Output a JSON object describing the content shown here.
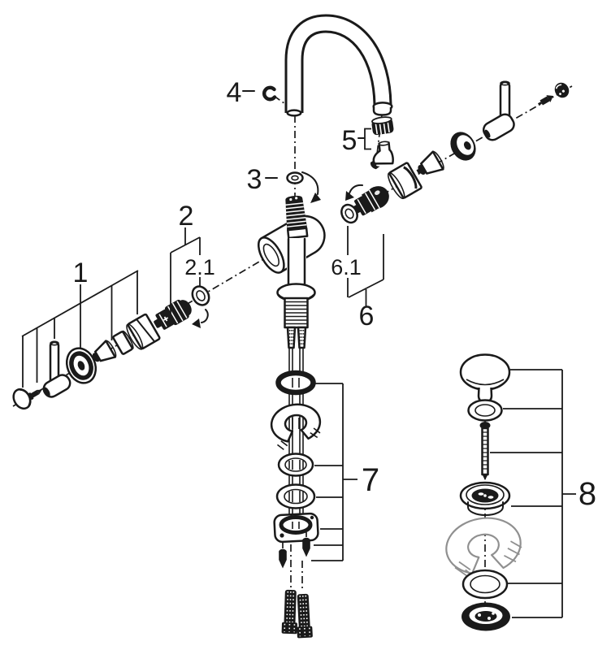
{
  "figure": {
    "kind": "exploded-parts-diagram",
    "colors": {
      "line": "#1a1a1a",
      "muted_gray": "#909090",
      "background": "#ffffff"
    }
  },
  "callouts": [
    {
      "id": "1",
      "text": "1",
      "part_hint": "handle-lever-assembly"
    },
    {
      "id": "2",
      "text": "2",
      "part_hint": "cartridge-left"
    },
    {
      "id": "2.1",
      "text": "2.1",
      "part_hint": "o-ring-left"
    },
    {
      "id": "3",
      "text": "3",
      "part_hint": "spout-o-ring"
    },
    {
      "id": "4",
      "text": "4",
      "part_hint": "retaining-clip"
    },
    {
      "id": "5",
      "text": "5",
      "part_hint": "mousseur-aerator"
    },
    {
      "id": "6",
      "text": "6",
      "part_hint": "cartridge-right-assembly"
    },
    {
      "id": "6.1",
      "text": "6.1",
      "part_hint": "o-ring-right"
    },
    {
      "id": "7",
      "text": "7",
      "part_hint": "mounting-hardware-set"
    },
    {
      "id": "8",
      "text": "8",
      "part_hint": "pop-up-drain-assembly"
    }
  ]
}
